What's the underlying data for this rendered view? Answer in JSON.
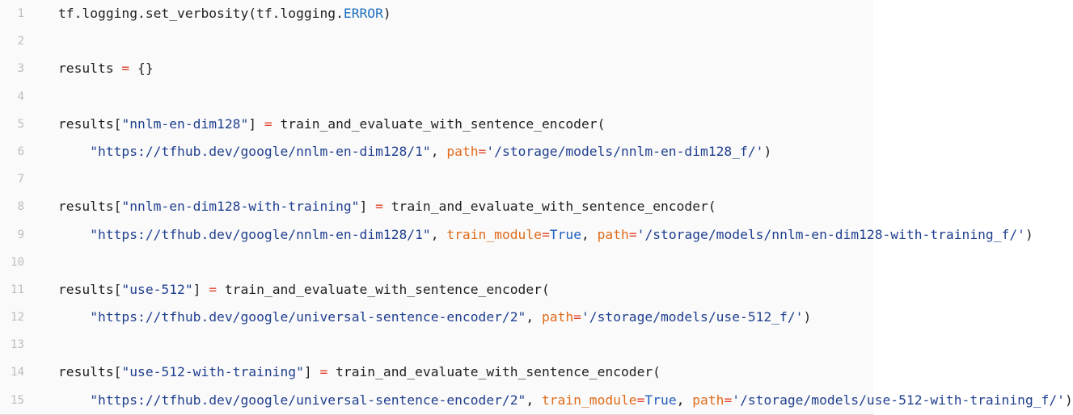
{
  "editor": {
    "lines": [
      {
        "num": "1",
        "tokens": [
          {
            "t": "tf.logging.set_verbosity(tf.logging.",
            "c": "plain"
          },
          {
            "t": "ERROR",
            "c": "attr"
          },
          {
            "t": ")",
            "c": "plain"
          }
        ]
      },
      {
        "num": "2",
        "tokens": []
      },
      {
        "num": "3",
        "tokens": [
          {
            "t": "results ",
            "c": "plain"
          },
          {
            "t": "=",
            "c": "op"
          },
          {
            "t": " {}",
            "c": "plain"
          }
        ]
      },
      {
        "num": "4",
        "tokens": []
      },
      {
        "num": "5",
        "tokens": [
          {
            "t": "results[",
            "c": "plain"
          },
          {
            "t": "\"nnlm-en-dim128\"",
            "c": "str"
          },
          {
            "t": "] ",
            "c": "plain"
          },
          {
            "t": "=",
            "c": "op"
          },
          {
            "t": " train_and_evaluate_with_sentence_encoder(",
            "c": "plain"
          }
        ]
      },
      {
        "num": "6",
        "tokens": [
          {
            "t": "    ",
            "c": "plain"
          },
          {
            "t": "\"https://tfhub.dev/google/nnlm-en-dim128/1\"",
            "c": "str"
          },
          {
            "t": ", ",
            "c": "plain"
          },
          {
            "t": "path",
            "c": "kw"
          },
          {
            "t": "=",
            "c": "op"
          },
          {
            "t": "'/storage/models/nnlm-en-dim128_f/'",
            "c": "str"
          },
          {
            "t": ")",
            "c": "plain"
          }
        ]
      },
      {
        "num": "7",
        "tokens": []
      },
      {
        "num": "8",
        "tokens": [
          {
            "t": "results[",
            "c": "plain"
          },
          {
            "t": "\"nnlm-en-dim128-with-training\"",
            "c": "str"
          },
          {
            "t": "] ",
            "c": "plain"
          },
          {
            "t": "=",
            "c": "op"
          },
          {
            "t": " train_and_evaluate_with_sentence_encoder(",
            "c": "plain"
          }
        ]
      },
      {
        "num": "9",
        "tokens": [
          {
            "t": "    ",
            "c": "plain"
          },
          {
            "t": "\"https://tfhub.dev/google/nnlm-en-dim128/1\"",
            "c": "str"
          },
          {
            "t": ", ",
            "c": "plain"
          },
          {
            "t": "train_module",
            "c": "kw"
          },
          {
            "t": "=",
            "c": "op"
          },
          {
            "t": "True",
            "c": "const"
          },
          {
            "t": ", ",
            "c": "plain"
          },
          {
            "t": "path",
            "c": "kw"
          },
          {
            "t": "=",
            "c": "op"
          },
          {
            "t": "'/storage/models/nnlm-en-dim128-with-training_f/'",
            "c": "str"
          },
          {
            "t": ")",
            "c": "plain"
          }
        ]
      },
      {
        "num": "10",
        "tokens": []
      },
      {
        "num": "11",
        "tokens": [
          {
            "t": "results[",
            "c": "plain"
          },
          {
            "t": "\"use-512\"",
            "c": "str"
          },
          {
            "t": "] ",
            "c": "plain"
          },
          {
            "t": "=",
            "c": "op"
          },
          {
            "t": " train_and_evaluate_with_sentence_encoder(",
            "c": "plain"
          }
        ]
      },
      {
        "num": "12",
        "tokens": [
          {
            "t": "    ",
            "c": "plain"
          },
          {
            "t": "\"https://tfhub.dev/google/universal-sentence-encoder/2\"",
            "c": "str"
          },
          {
            "t": ", ",
            "c": "plain"
          },
          {
            "t": "path",
            "c": "kw"
          },
          {
            "t": "=",
            "c": "op"
          },
          {
            "t": "'/storage/models/use-512_f/'",
            "c": "str"
          },
          {
            "t": ")",
            "c": "plain"
          }
        ]
      },
      {
        "num": "13",
        "tokens": []
      },
      {
        "num": "14",
        "tokens": [
          {
            "t": "results[",
            "c": "plain"
          },
          {
            "t": "\"use-512-with-training\"",
            "c": "str"
          },
          {
            "t": "] ",
            "c": "plain"
          },
          {
            "t": "=",
            "c": "op"
          },
          {
            "t": " train_and_evaluate_with_sentence_encoder(",
            "c": "plain"
          }
        ]
      },
      {
        "num": "15",
        "tokens": [
          {
            "t": "    ",
            "c": "plain"
          },
          {
            "t": "\"https://tfhub.dev/google/universal-sentence-encoder/2\"",
            "c": "str"
          },
          {
            "t": ", ",
            "c": "plain"
          },
          {
            "t": "train_module",
            "c": "kw"
          },
          {
            "t": "=",
            "c": "op"
          },
          {
            "t": "True",
            "c": "const"
          },
          {
            "t": ", ",
            "c": "plain"
          },
          {
            "t": "path",
            "c": "kw"
          },
          {
            "t": "=",
            "c": "op"
          },
          {
            "t": "'/storage/models/use-512-with-training_f/'",
            "c": "str"
          },
          {
            "t": ")",
            "c": "plain"
          }
        ]
      }
    ]
  },
  "colors": {
    "string": "#1f3f8f",
    "operator": "#e0412b",
    "keyword_arg": "#e06b1a",
    "constant": "#1f5fbf",
    "line_number": "#bdbdbd",
    "background": "#fafafa"
  }
}
